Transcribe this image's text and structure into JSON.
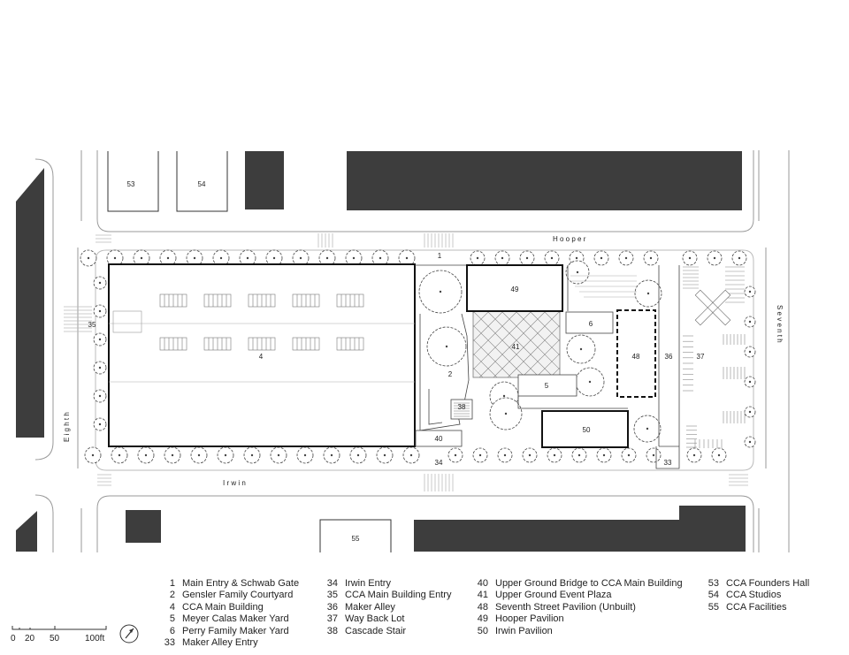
{
  "streets": {
    "hooper": "H o o p e r",
    "irwin": "I r w i n",
    "eighth": "E i g h t h",
    "seventh": "S e v e n t h"
  },
  "plan_labels": {
    "l1": "1",
    "l2": "2",
    "l4": "4",
    "l5": "5",
    "l6": "6",
    "l33": "33",
    "l34": "34",
    "l35": "35",
    "l36": "36",
    "l37": "37",
    "l38": "38",
    "l40": "40",
    "l41": "41",
    "l48": "48",
    "l49": "49",
    "l50": "50",
    "l53": "53",
    "l54": "54",
    "l55": "55"
  },
  "legend": {
    "col1": [
      {
        "num": "1",
        "label": "Main Entry & Schwab Gate"
      },
      {
        "num": "2",
        "label": "Gensler Family Courtyard"
      },
      {
        "num": "4",
        "label": "CCA Main Building"
      },
      {
        "num": "5",
        "label": "Meyer Calas Maker Yard"
      },
      {
        "num": "6",
        "label": "Perry Family Maker Yard"
      },
      {
        "num": "33",
        "label": "Maker Alley Entry"
      }
    ],
    "col2": [
      {
        "num": "34",
        "label": "Irwin Entry"
      },
      {
        "num": "35",
        "label": "CCA Main Building Entry"
      },
      {
        "num": "36",
        "label": "Maker Alley"
      },
      {
        "num": "37",
        "label": "Way Back Lot"
      },
      {
        "num": "38",
        "label": "Cascade Stair"
      }
    ],
    "col3": [
      {
        "num": "40",
        "label": "Upper Ground Bridge to CCA Main Building"
      },
      {
        "num": "41",
        "label": "Upper Ground Event Plaza"
      },
      {
        "num": "48",
        "label": "Seventh Street Pavilion (Unbuilt)"
      },
      {
        "num": "49",
        "label": "Hooper Pavilion"
      },
      {
        "num": "50",
        "label": "Irwin Pavilion"
      }
    ],
    "col4": [
      {
        "num": "53",
        "label": "CCA Founders Hall"
      },
      {
        "num": "54",
        "label": "CCA Studios"
      },
      {
        "num": "55",
        "label": "CCA Facilities"
      }
    ]
  },
  "scale": {
    "t0": "0",
    "t20": "20",
    "t50": "50",
    "t100": "100ft"
  },
  "colors": {
    "building_fill": "#3d3d3d",
    "line": "#222222",
    "tree": "#ffffff"
  },
  "icons": {
    "north_arrow": "north-arrow-icon"
  }
}
